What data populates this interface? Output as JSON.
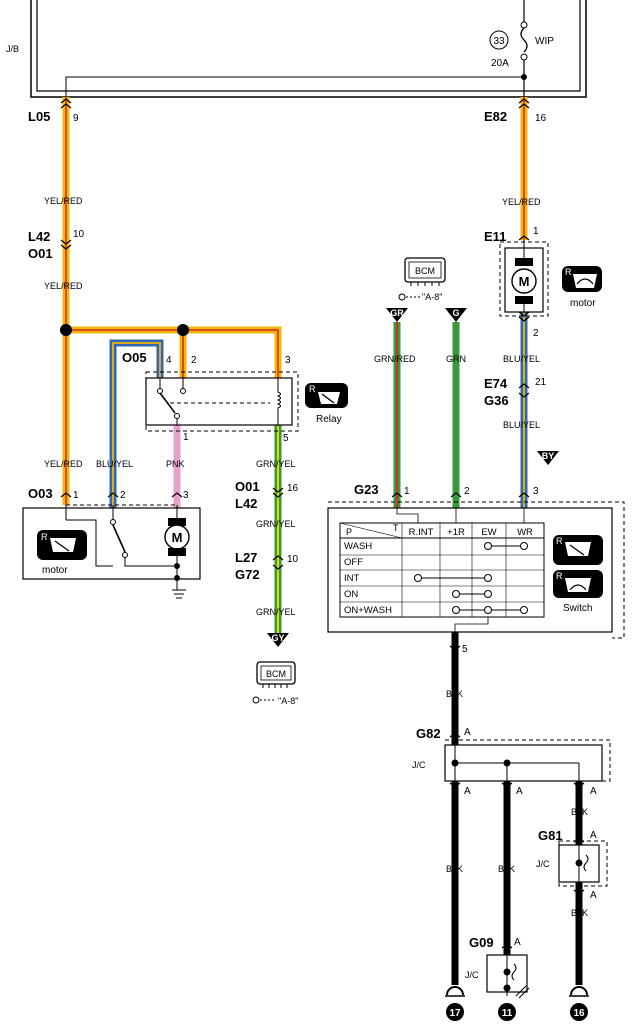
{
  "junction_block": {
    "label": "J/B"
  },
  "fuse": {
    "number": "33",
    "name": "WIP",
    "rating": "20A"
  },
  "connectors": {
    "l05": "L05",
    "l05_pin": "9",
    "e82": "E82",
    "e82_pin": "16",
    "l42_top": "L42",
    "o01_top": "O01",
    "l42_o01_pin": "10",
    "e11": "E11",
    "e11_pin1": "1",
    "e11_pin2": "2",
    "o05": "O05",
    "o05_pin4": "4",
    "o05_pin2": "2",
    "o05_pin3": "3",
    "o05_pin1": "1",
    "o05_pin5": "5",
    "e74": "E74",
    "g36": "G36",
    "e74_g36_pin": "21",
    "o03": "O03",
    "o03_pin1": "1",
    "o03_pin2": "2",
    "o03_pin3": "3",
    "o01_mid": "O01",
    "l42_mid": "L42",
    "o01_l42_pin": "16",
    "l27": "L27",
    "g72": "G72",
    "l27_g72_pin": "10",
    "g23": "G23",
    "g23_pin1": "1",
    "g23_pin2": "2",
    "g23_pin3": "3",
    "g23_pin5": "5",
    "g82": "G82",
    "g82_a": "A",
    "g81": "G81",
    "g09": "G09",
    "a_label": "A"
  },
  "wires": {
    "yel_red": "YEL/RED",
    "blu_yel": "BLU/YEL",
    "pnk": "PNK",
    "grn_yel": "GRN/YEL",
    "grn_red": "GRN/RED",
    "grn": "GRN",
    "blk": "BLK"
  },
  "bcm": {
    "label": "BCM",
    "ref": "\"A-8\"",
    "tag_gr": "GR",
    "tag_g": "G",
    "tag_gy": "GY",
    "tag_by": "BY"
  },
  "components": {
    "motor_label": "motor",
    "relay_label": "Relay",
    "switch_label": "Switch",
    "motor_symbol": "M",
    "badge_r": "R",
    "jc_label": "J/C"
  },
  "switch_table": {
    "corner_p": "P",
    "corner_t": "T",
    "columns": [
      "R.INT",
      "+1R",
      "EW",
      "WR"
    ],
    "rows": [
      "WASH",
      "OFF",
      "INT",
      "ON",
      "ON+WASH"
    ]
  },
  "grounds": {
    "g17": "17",
    "g11": "11",
    "g16": "16"
  },
  "colors": {
    "yellow": "#f2b705",
    "red": "#d9262a",
    "blue": "#2f67b3",
    "green": "#3a9a3a",
    "pink": "#e7a1c9",
    "black": "#000000"
  }
}
